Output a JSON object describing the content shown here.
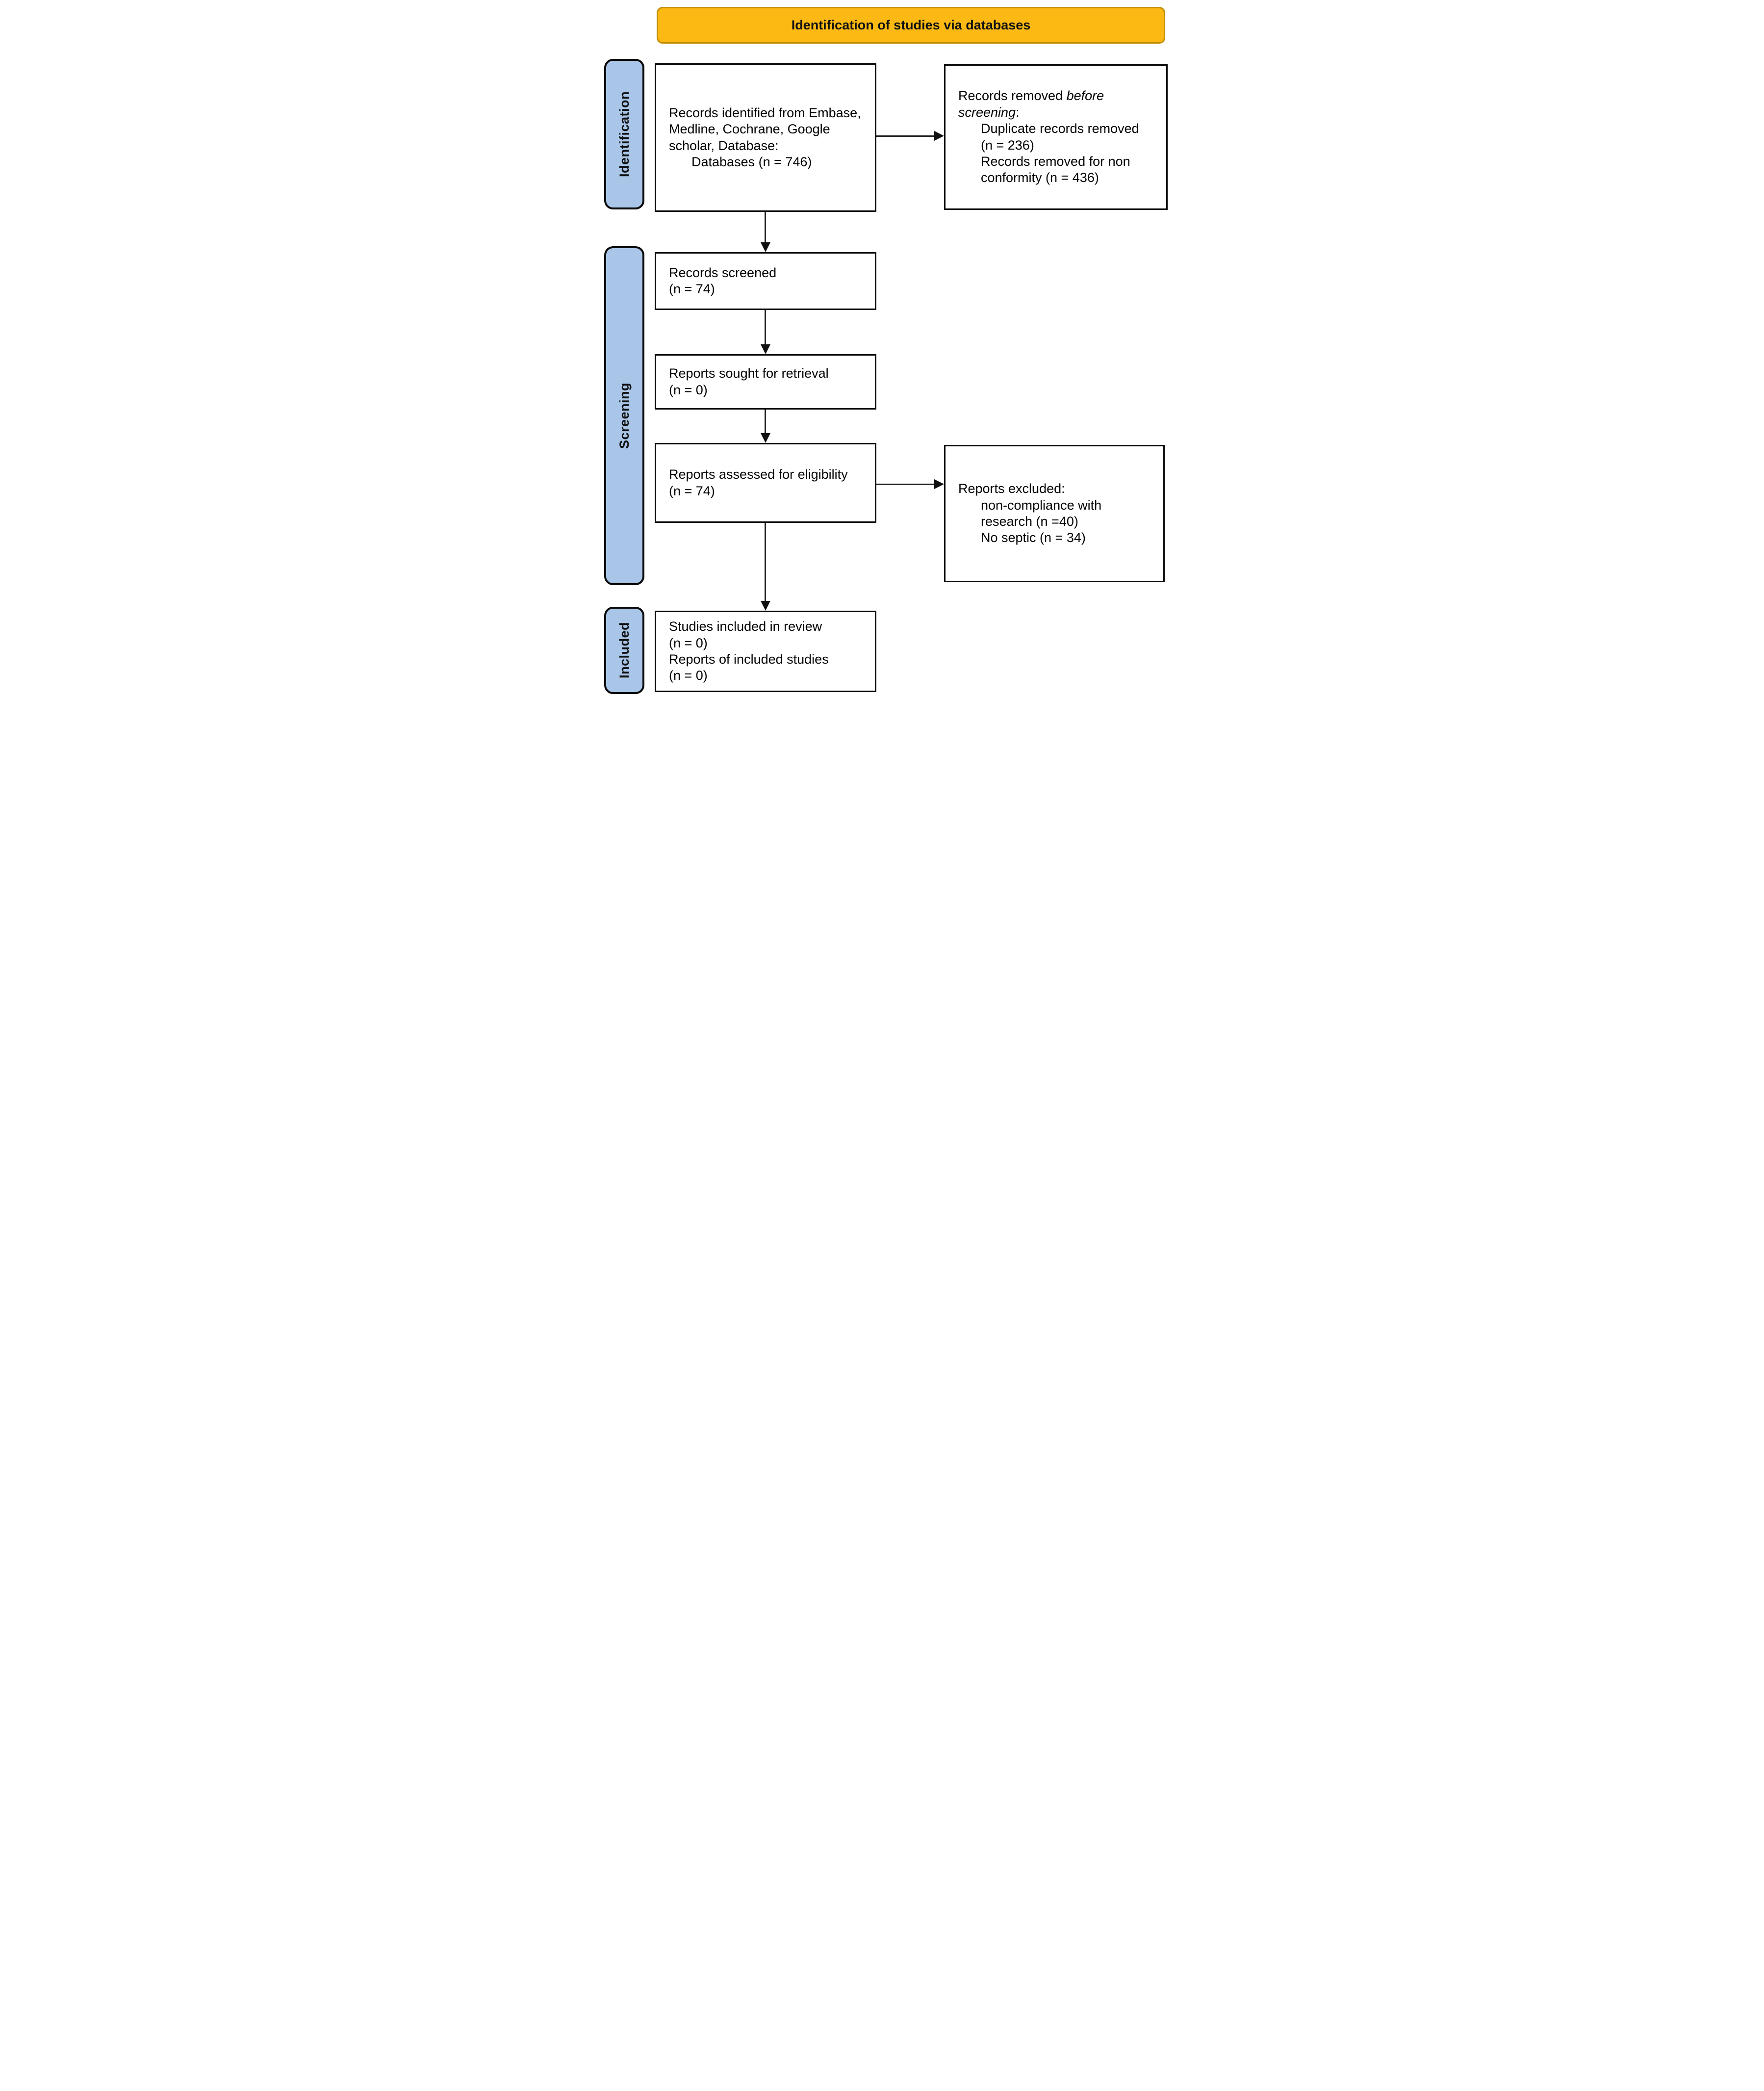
{
  "banner": {
    "title": "Identification of studies via databases"
  },
  "colors": {
    "banner_bg": "#FDB913",
    "banner_border": "#C28E06",
    "stage_bg": "#A9C6E8",
    "box_border": "#0a0a0a",
    "arrow": "#111111"
  },
  "stages": [
    {
      "label": "Identification"
    },
    {
      "label": "Screening"
    },
    {
      "label": "Included"
    }
  ],
  "boxes": {
    "records_identified": {
      "text": "Records identified from Embase, Medline, Cochrane, Google scholar, Database:",
      "indent_line": "Databases (n = 746)"
    },
    "records_removed": {
      "prefix": "Records removed ",
      "italic": "before screening",
      "suffix": ":",
      "items": [
        "Duplicate records removed (n = 236)",
        "Records removed for non conformity (n = 436)"
      ]
    },
    "records_screened": {
      "line1": "Records screened",
      "line2": "(n = 74)"
    },
    "reports_sought": {
      "line1": "Reports sought for retrieval",
      "line2": "(n = 0)"
    },
    "reports_assessed": {
      "line1": "Reports assessed for eligibility",
      "line2": "(n = 74)"
    },
    "reports_excluded": {
      "title": "Reports excluded:",
      "items": [
        "non-compliance with research (n =40)",
        "No septic (n = 34)"
      ]
    },
    "included": {
      "line1": "Studies included in review",
      "line2": "(n = 0)",
      "line3": "Reports of included studies",
      "line4": "(n = 0)"
    }
  }
}
